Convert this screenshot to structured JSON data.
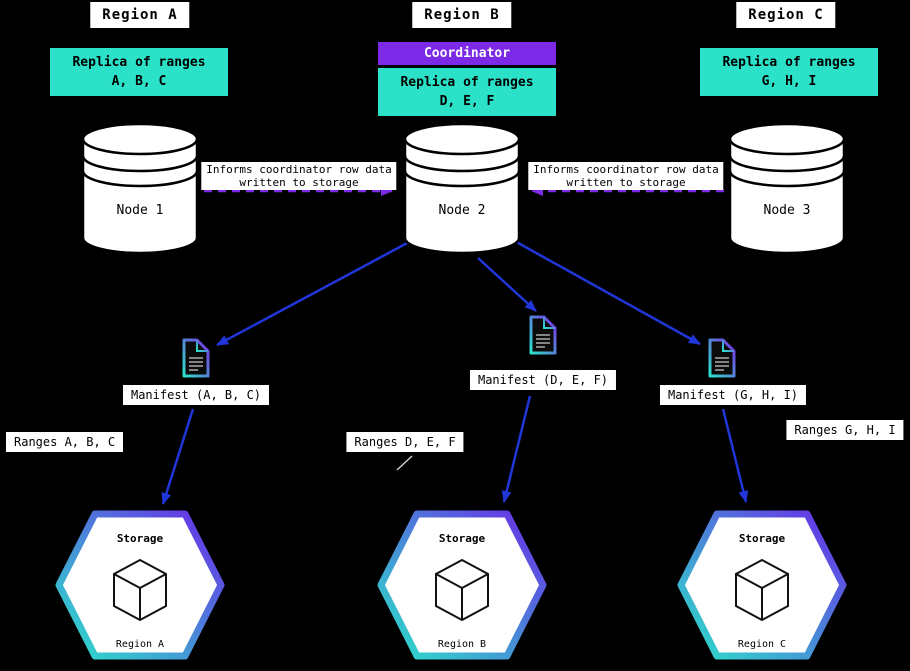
{
  "colors": {
    "background": "#000000",
    "replica_cyan": "#2be2c9",
    "coordinator_purple": "#7d2ae8",
    "arrow_blue": "#2136d8",
    "dashed_arrow_purple": "#7d2ae8",
    "label_background": "#ffffff",
    "text": "#000000"
  },
  "coordinator_label": "Coordinator",
  "inform_left": {
    "line1": "Informs coordinator row data",
    "line2": "written to storage"
  },
  "inform_right": {
    "line1": "Informs coordinator row data",
    "line2": "written to storage"
  },
  "regions": [
    {
      "header": "Region A",
      "replica_line1": "Replica of ranges",
      "replica_line2": "A, B, C",
      "node_label": "Node 1",
      "manifest_label": "Manifest (A, B, C)",
      "ranges_label": "Ranges A, B, C",
      "storage_title": "Storage",
      "storage_region": "Region A"
    },
    {
      "header": "Region B",
      "replica_line1": "Replica of ranges",
      "replica_line2": "D, E, F",
      "node_label": "Node 2",
      "manifest_label": "Manifest (D, E, F)",
      "ranges_label": "Ranges D, E, F",
      "storage_title": "Storage",
      "storage_region": "Region B"
    },
    {
      "header": "Region C",
      "replica_line1": "Replica of ranges",
      "replica_line2": "G, H, I",
      "node_label": "Node 3",
      "manifest_label": "Manifest (G, H, I)",
      "ranges_label": "Ranges G, H, I",
      "storage_title": "Storage",
      "storage_region": "Region C"
    }
  ],
  "icons": {
    "node": "database-cylinder-icon",
    "manifest": "manifest-file-icon",
    "storage": "storage-hexagon-icon",
    "cube": "cube-icon"
  }
}
